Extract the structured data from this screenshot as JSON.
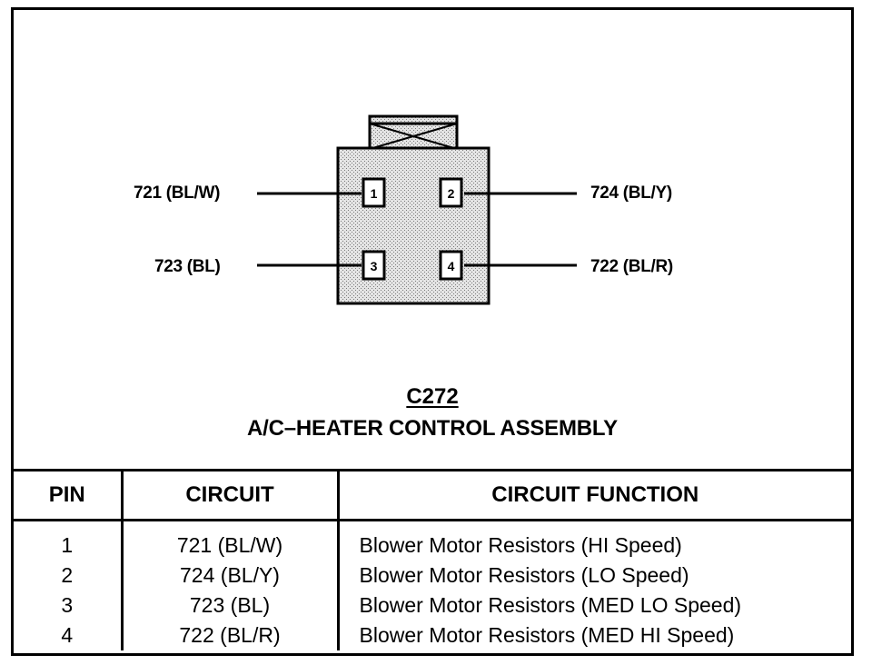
{
  "connector": {
    "id": "C272",
    "name": "A/C–HEATER CONTROL ASSEMBLY",
    "pins": [
      {
        "number": "1",
        "wire": "721 (BL/W)"
      },
      {
        "number": "2",
        "wire": "724 (BL/Y)"
      },
      {
        "number": "3",
        "wire": "723 (BL)"
      },
      {
        "number": "4",
        "wire": "722 (BL/R)"
      }
    ]
  },
  "table": {
    "headers": {
      "pin": "PIN",
      "circuit": "CIRCUIT",
      "function": "CIRCUIT FUNCTION"
    },
    "rows": [
      {
        "pin": "1",
        "circuit": "721 (BL/W)",
        "function": "Blower Motor Resistors (HI Speed)"
      },
      {
        "pin": "2",
        "circuit": "724 (BL/Y)",
        "function": "Blower Motor Resistors (LO Speed)"
      },
      {
        "pin": "3",
        "circuit": "723 (BL)",
        "function": "Blower Motor Resistors (MED LO Speed)"
      },
      {
        "pin": "4",
        "circuit": "722 (BL/R)",
        "function": "Blower Motor Resistors (MED HI Speed)"
      }
    ]
  },
  "colors": {
    "line": "#000000",
    "connector_fill": "#d6d6d6",
    "background": "#ffffff"
  }
}
